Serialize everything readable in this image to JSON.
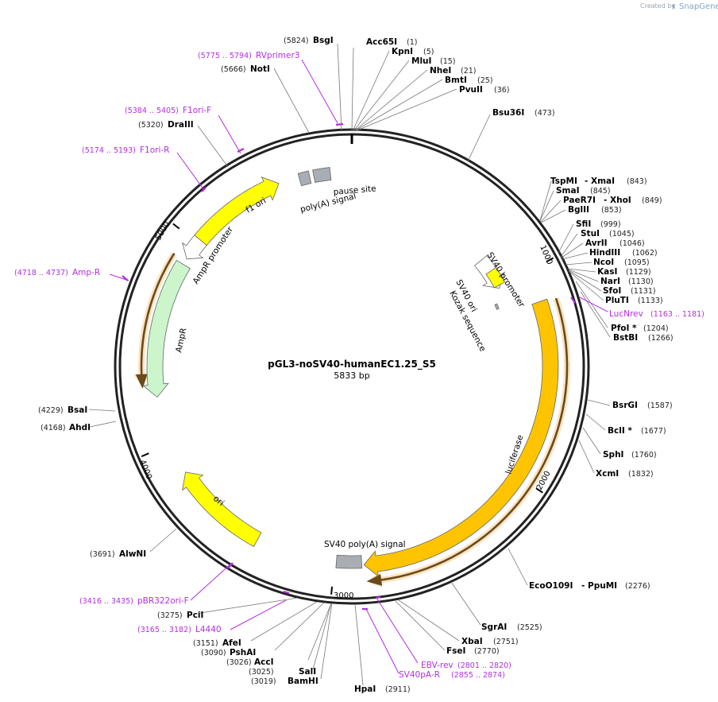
{
  "credit": {
    "prefix": "Created by",
    "brand": "SnapGene"
  },
  "plasmid": {
    "name": "pGL3-noSV40-humanEC1.25_S5",
    "length_label": "5833 bp",
    "length": 5833
  },
  "ticks": [
    {
      "bp": 1000,
      "label": "1000"
    },
    {
      "bp": 2000,
      "label": "2000"
    },
    {
      "bp": 3000,
      "label": "3000"
    },
    {
      "bp": 4000,
      "label": "4000"
    },
    {
      "bp": 5000,
      "label": "5000"
    }
  ],
  "features": [
    {
      "id": "f1-ori",
      "label": "f1 ori",
      "kind": "arrow",
      "fill": "#ffff00",
      "start": 5020,
      "end": 5480,
      "dir": 1
    },
    {
      "id": "ampr-promoter",
      "label": "AmpR promoter",
      "kind": "arrow",
      "fill": "#ffffff",
      "start": 4910,
      "end": 5020,
      "dir": -1
    },
    {
      "id": "ampr",
      "label": "AmpR",
      "kind": "arrow",
      "fill": "#ccf5cc",
      "start": 4230,
      "end": 4880,
      "dir": -1
    },
    {
      "id": "ori",
      "label": "ori",
      "kind": "arrow",
      "fill": "#ffff00",
      "start": 3380,
      "end": 3850,
      "dir": 1
    },
    {
      "id": "luciferase",
      "label": "luciferase",
      "kind": "arrow",
      "fill": "#ffc400",
      "start": 1150,
      "end": 2860,
      "dir": 1
    },
    {
      "id": "sv40-promoter",
      "label": "SV40 promoter",
      "kind": "arrow",
      "fill": "#ffffff",
      "start": 820,
      "end": 1005,
      "dir": 1
    },
    {
      "id": "sv40-ori",
      "label": "SV40 ori",
      "kind": "box",
      "fill": "#ffff00",
      "start": 900,
      "end": 990
    },
    {
      "id": "kozak",
      "label": "Kozak sequence",
      "kind": "box",
      "fill": "#a9adb4",
      "start": 1080,
      "end": 1110
    },
    {
      "id": "sv40-polya",
      "label": "SV40 poly(A) signal",
      "kind": "box",
      "fill": "#a9adb4",
      "start": 2870,
      "end": 2990
    },
    {
      "id": "polya-signal",
      "label": "poly(A) signal",
      "kind": "box",
      "fill": "#a9adb4",
      "start": 5580,
      "end": 5630
    },
    {
      "id": "pause-site",
      "label": "pause site",
      "kind": "box",
      "fill": "#a9adb4",
      "start": 5650,
      "end": 5730
    }
  ],
  "orfs": [
    {
      "id": "orf-amp",
      "start": 4280,
      "end": 4900,
      "dir": -1
    },
    {
      "id": "orf-luc",
      "start": 1160,
      "end": 2850,
      "dir": 1
    }
  ],
  "enzymes": [
    {
      "name": "Acc65I",
      "pos": "(1)"
    },
    {
      "name": "KpnI",
      "pos": "(5)"
    },
    {
      "name": "MluI",
      "pos": "(15)"
    },
    {
      "name": "NheI",
      "pos": "(21)"
    },
    {
      "name": "BmtI",
      "pos": "(25)"
    },
    {
      "name": "PvuII",
      "pos": "(36)"
    },
    {
      "name": "Bsu36I",
      "pos": "(473)"
    },
    {
      "name": "TspMI",
      "name2": "- XmaI",
      "pos": "(843)"
    },
    {
      "name": "SmaI",
      "pos": "(845)"
    },
    {
      "name": "PaeR7I",
      "name2": "- XhoI",
      "pos": "(849)"
    },
    {
      "name": "BglII",
      "pos": "(853)"
    },
    {
      "name": "SfiI",
      "pos": "(999)"
    },
    {
      "name": "StuI",
      "pos": "(1045)"
    },
    {
      "name": "AvrII",
      "pos": "(1046)"
    },
    {
      "name": "HindIII",
      "pos": "(1062)"
    },
    {
      "name": "NcoI",
      "pos": "(1095)"
    },
    {
      "name": "KasI",
      "pos": "(1129)"
    },
    {
      "name": "NarI",
      "pos": "(1130)"
    },
    {
      "name": "SfoI",
      "pos": "(1131)"
    },
    {
      "name": "PluTI",
      "pos": "(1133)"
    },
    {
      "name": "PfoI *",
      "pos": "(1204)"
    },
    {
      "name": "BstBI",
      "pos": "(1266)"
    },
    {
      "name": "BsrGI",
      "pos": "(1587)"
    },
    {
      "name": "BclI *",
      "pos": "(1677)"
    },
    {
      "name": "SphI",
      "pos": "(1760)"
    },
    {
      "name": "XcmI",
      "pos": "(1832)"
    },
    {
      "name": "EcoO109I",
      "name2": "- PpuMI",
      "pos": "(2276)"
    },
    {
      "name": "SgrAI",
      "pos": "(2525)"
    },
    {
      "name": "XbaI",
      "pos": "(2751)"
    },
    {
      "name": "FseI",
      "pos": "(2770)"
    },
    {
      "name": "HpaI",
      "pos": "(2911)"
    },
    {
      "name": "BamHI",
      "pos": "(3019)"
    },
    {
      "name": "SalI",
      "pos": "(3025)"
    },
    {
      "name": "AccI",
      "pos": "(3026)"
    },
    {
      "name": "PshAI",
      "pos": "(3090)"
    },
    {
      "name": "AfeI",
      "pos": "(3151)"
    },
    {
      "name": "PciI",
      "pos": "(3275)"
    },
    {
      "name": "AlwNI",
      "pos": "(3691)"
    },
    {
      "name": "AhdI",
      "pos": "(4168)"
    },
    {
      "name": "BsaI",
      "pos": "(4229)"
    },
    {
      "name": "DraIII",
      "pos": "(5320)"
    },
    {
      "name": "NotI",
      "pos": "(5666)"
    },
    {
      "name": "BsgI",
      "pos": "(5824)"
    }
  ],
  "primers": [
    {
      "name": "RVprimer3",
      "pos": "(5775 .. 5794)"
    },
    {
      "name": "F1ori-F",
      "pos": "(5384 .. 5405)"
    },
    {
      "name": "F1ori-R",
      "pos": "(5174 .. 5193)"
    },
    {
      "name": "Amp-R",
      "pos": "(4718 .. 4737)"
    },
    {
      "name": "LucNrev",
      "pos": "(1163 .. 1181)"
    },
    {
      "name": "pBR322ori-F",
      "pos": "(3416 .. 3435)"
    },
    {
      "name": "L4440",
      "pos": "(3165 .. 3182)"
    },
    {
      "name": "EBV-rev",
      "pos": "(2801 .. 2820)"
    },
    {
      "name": "SV40pA-R",
      "pos": "(2855 .. 2874)"
    }
  ]
}
